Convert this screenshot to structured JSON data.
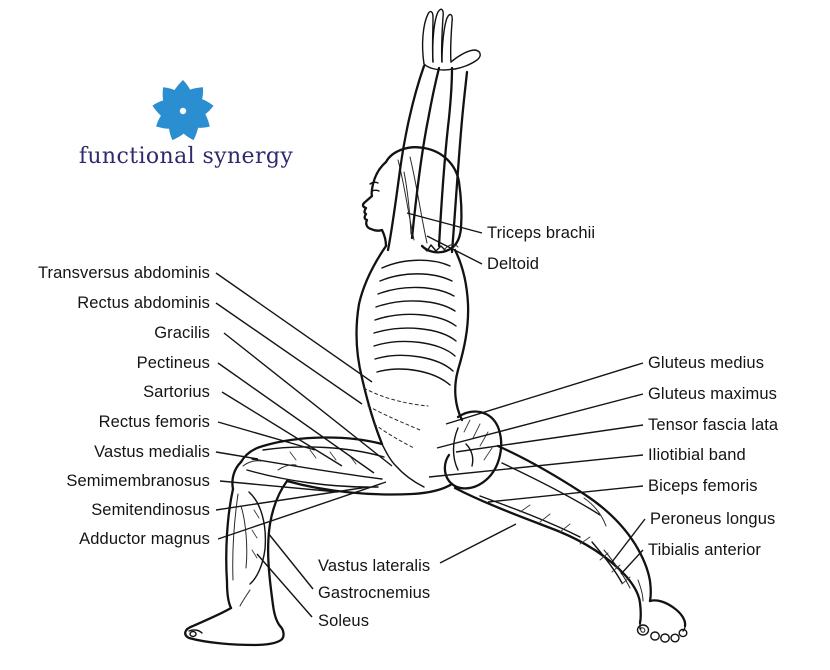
{
  "page": {
    "background": "#ffffff",
    "ink_color": "#121212"
  },
  "logo": {
    "brand": "functional synergy",
    "icon": "swirl-droplets-icon",
    "icon_color": "#2b8ed0",
    "wordmark_color": "#2f2a6b"
  },
  "illustration": {
    "subject": "muscle line-art figure in high lunge pose, arms raised overhead"
  },
  "labels": {
    "arm": [
      {
        "text": "Triceps brachii"
      },
      {
        "text": "Deltoid"
      }
    ],
    "left": [
      {
        "text": "Transversus abdominis"
      },
      {
        "text": "Rectus abdominis"
      },
      {
        "text": "Gracilis"
      },
      {
        "text": "Pectineus"
      },
      {
        "text": "Sartorius"
      },
      {
        "text": "Rectus femoris"
      },
      {
        "text": "Vastus medialis"
      },
      {
        "text": "Semimembranosus"
      },
      {
        "text": "Semitendinosus"
      },
      {
        "text": "Adductor magnus"
      }
    ],
    "right": [
      {
        "text": "Gluteus medius"
      },
      {
        "text": "Gluteus maximus"
      },
      {
        "text": "Tensor fascia lata"
      },
      {
        "text": "Iliotibial band"
      },
      {
        "text": "Biceps femoris"
      },
      {
        "text": "Peroneus longus"
      },
      {
        "text": "Tibialis anterior"
      }
    ],
    "bottom": [
      {
        "text": "Vastus lateralis"
      },
      {
        "text": "Gastrocnemius"
      },
      {
        "text": "Soleus"
      }
    ]
  }
}
